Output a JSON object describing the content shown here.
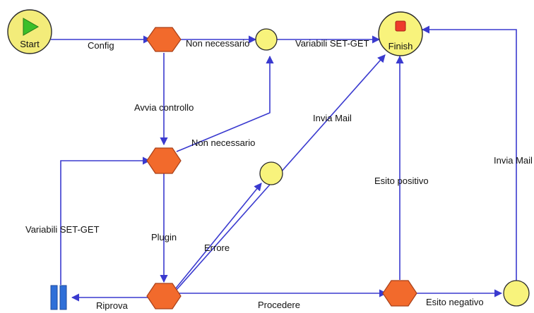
{
  "colors": {
    "edge": "#3a3acf",
    "node_outline": "#2b2b2b",
    "start_fill": "#f3ec7a",
    "play_icon": "#3bbf2a",
    "hexagon_fill": "#f26a2c",
    "circle_fill": "#f8f37c",
    "finish_fill": "#f8f37c",
    "stop_icon": "#ee3b2b",
    "pause_icon": "#2f6fd8"
  },
  "nodes": {
    "start": {
      "label": "Start",
      "icon": "play-icon"
    },
    "finish": {
      "label": "Finish",
      "icon": "stop-icon"
    },
    "pause": {
      "icon": "pause-icon"
    }
  },
  "edges": {
    "config": "Config",
    "non_necessario_1": "Non necessario",
    "variabili_set_get_1": "Variabili SET-GET",
    "avvia_controllo": "Avvia controllo",
    "non_necessario_2": "Non necessario",
    "invia_mail_1": "Invia Mail",
    "plugin": "Plugin",
    "errore": "Errore",
    "variabili_set_get_2": "Variabili SET-GET",
    "riprova": "Riprova",
    "procedere": "Procedere",
    "esito_positivo": "Esito positivo",
    "esito_negativo": "Esito negativo",
    "invia_mail_2": "Invia Mail"
  }
}
